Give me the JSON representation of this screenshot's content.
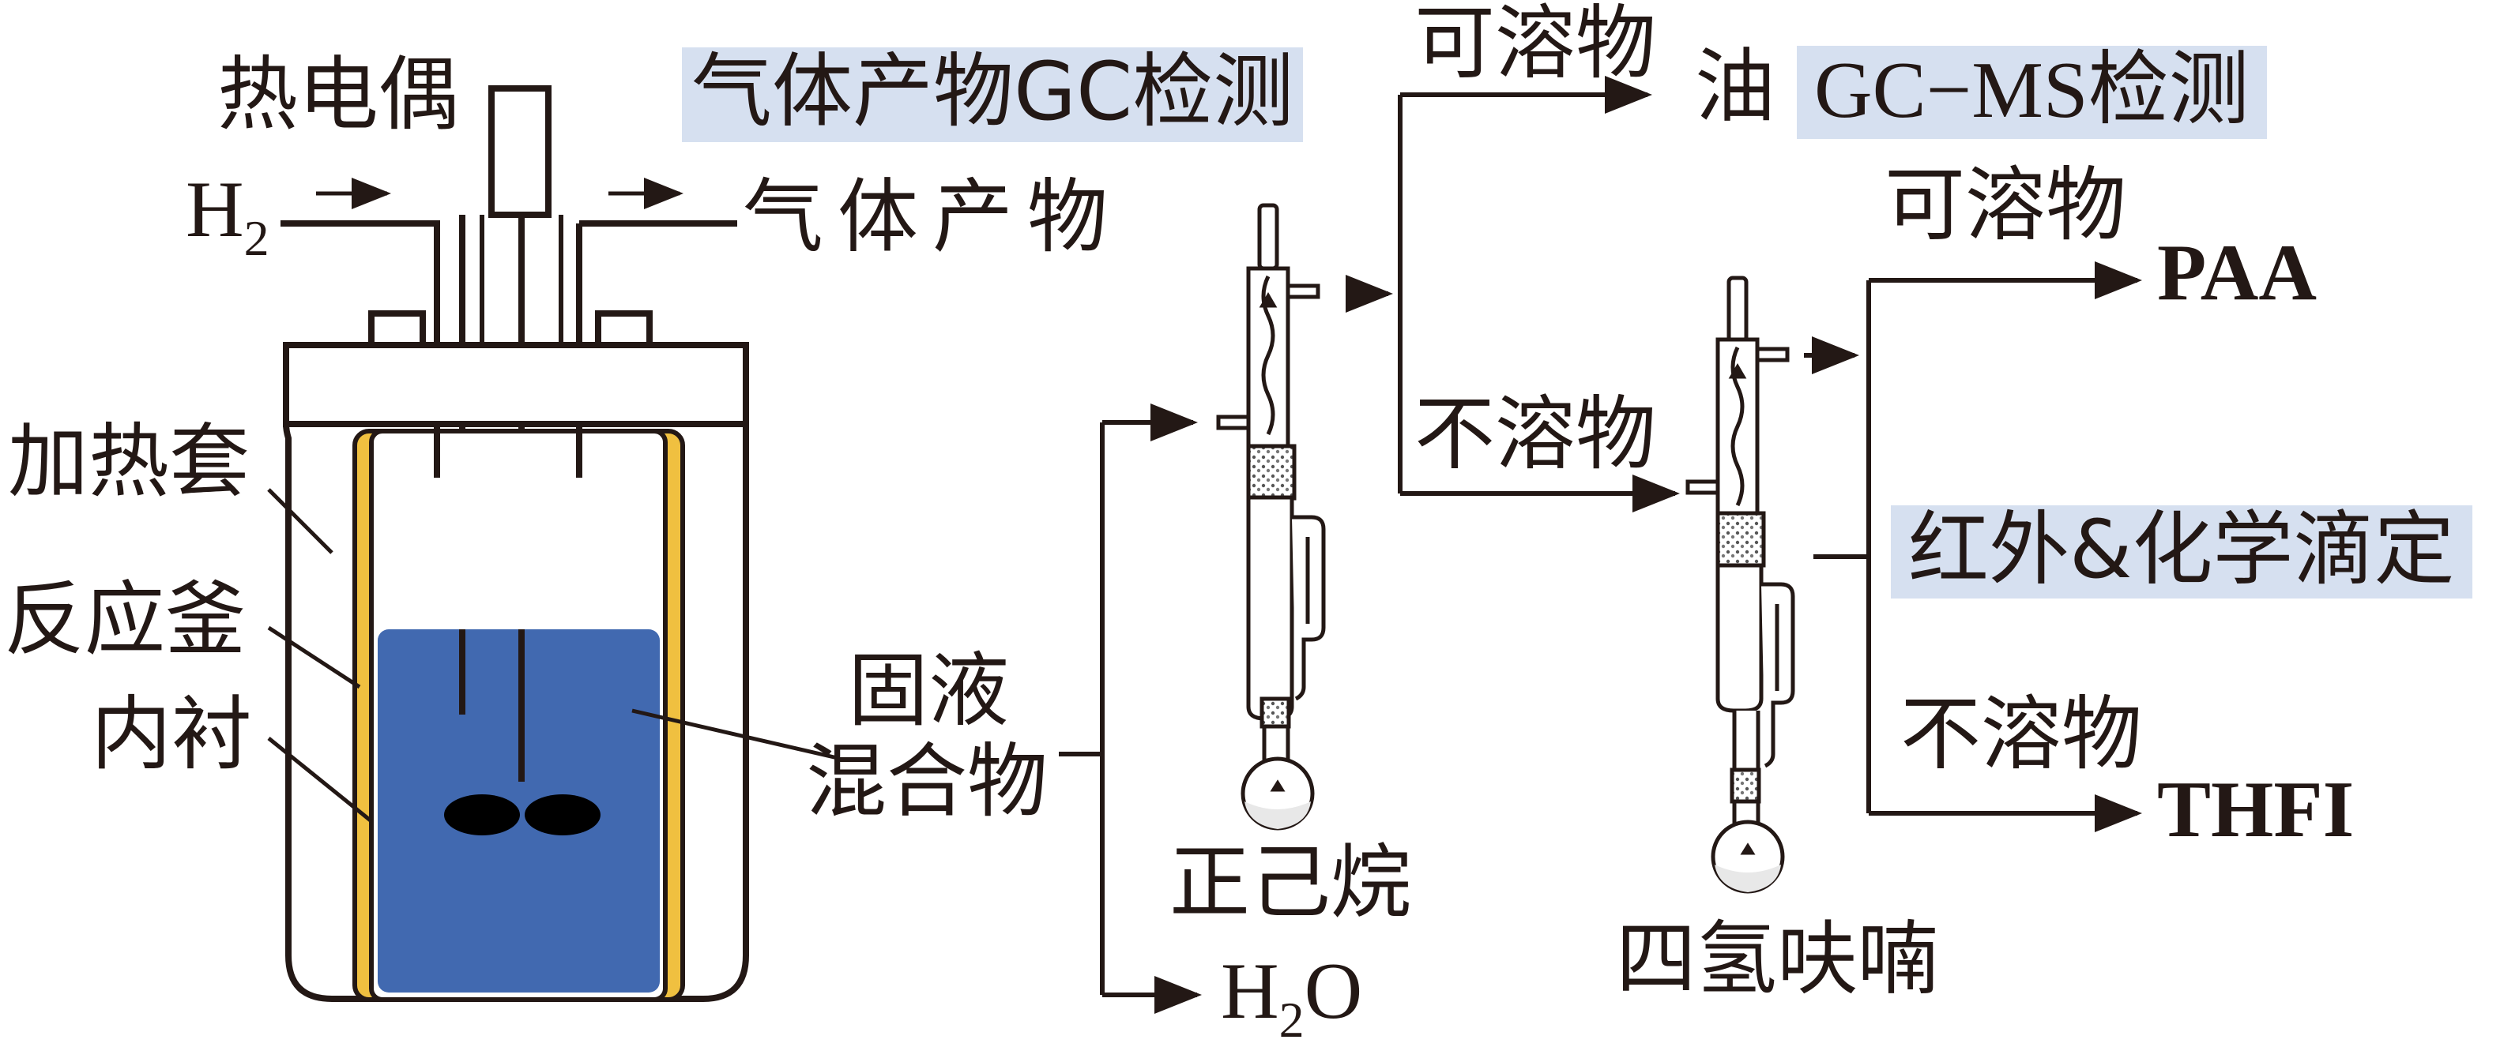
{
  "reactor": {
    "thermocouple": "热电偶",
    "h2": "H",
    "h2_sub": "2",
    "gas_product": "气体产物",
    "heating_jacket": "加热套",
    "reaction_kettle": "反应釜",
    "liner": "内衬",
    "solid_liquid_mixture_line1": "固液",
    "solid_liquid_mixture_line2": "混合物"
  },
  "gas_detection": "气体产物GC检测",
  "hexane_branch": {
    "extractor_solvent": "正己烷",
    "water": "H",
    "water_sub": "2",
    "water_tail": "O",
    "soluble": "可溶物",
    "oil": "油",
    "oil_detection": "GC−MS检测",
    "insoluble": "不溶物"
  },
  "thf_branch": {
    "extractor_solvent": "四氢呋喃",
    "soluble": "可溶物",
    "paa": "PAA",
    "analysis": "红外&化学滴定",
    "insoluble": "不溶物",
    "thfi": "THFI"
  },
  "colors": {
    "liquid": "#4169b0",
    "liner": "#f0c040",
    "highlight": "#d6e0f0",
    "stroke": "#231815"
  }
}
